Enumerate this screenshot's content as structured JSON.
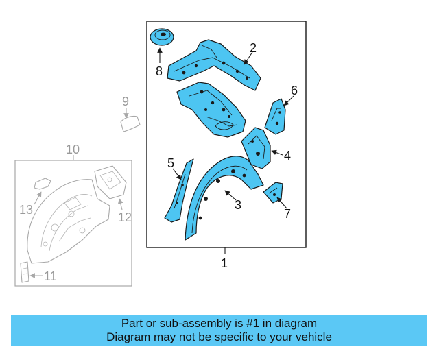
{
  "colors": {
    "accent": "#4dc5f2",
    "banner": "#5bc8f5"
  },
  "callouts": {
    "c1": "1",
    "c2": "2",
    "c3": "3",
    "c4": "4",
    "c5": "5",
    "c6": "6",
    "c7": "7",
    "c8": "8",
    "c9": "9",
    "c10": "10",
    "c11": "11",
    "c12": "12",
    "c13": "13"
  },
  "banner": {
    "line1": "Part or sub-assembly is #1 in diagram",
    "line2": "Diagram may not be specific to your vehicle"
  }
}
